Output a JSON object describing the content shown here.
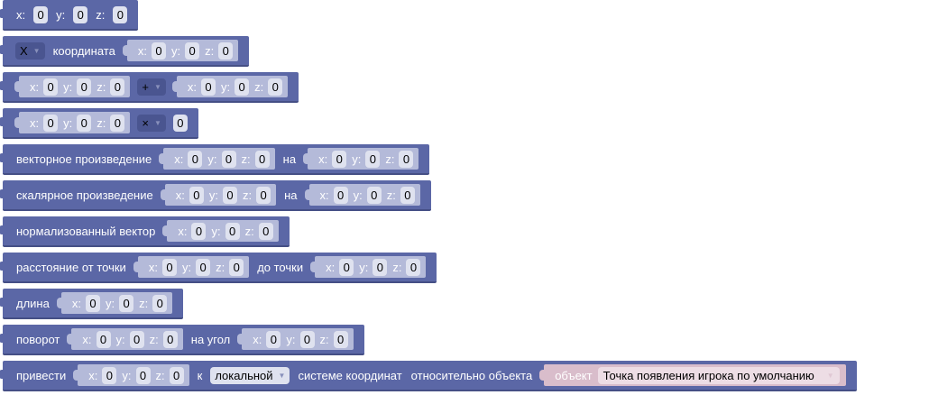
{
  "rows": [
    {
      "items": [
        {
          "t": "lbl",
          "v": "x:"
        },
        {
          "t": "num",
          "v": "0"
        },
        {
          "t": "lbl",
          "v": "y:"
        },
        {
          "t": "num",
          "v": "0"
        },
        {
          "t": "lbl",
          "v": "z:"
        },
        {
          "t": "num",
          "v": "0"
        }
      ],
      "name": "vector-block"
    },
    {
      "items": [
        {
          "t": "dd",
          "v": "X",
          "light": false
        },
        {
          "t": "lbl",
          "v": "координата"
        },
        {
          "t": "vec"
        }
      ],
      "name": "coordinate-block"
    },
    {
      "items": [
        {
          "t": "vec"
        },
        {
          "t": "dd",
          "v": "+"
        },
        {
          "t": "vec"
        }
      ],
      "name": "vector-add-block"
    },
    {
      "items": [
        {
          "t": "vec"
        },
        {
          "t": "dd",
          "v": "×"
        },
        {
          "t": "num",
          "v": "0"
        }
      ],
      "name": "vector-multiply-block"
    },
    {
      "items": [
        {
          "t": "lbl",
          "v": "векторное произведение"
        },
        {
          "t": "vec"
        },
        {
          "t": "lbl",
          "v": "на"
        },
        {
          "t": "vec"
        }
      ],
      "name": "cross-product-block"
    },
    {
      "items": [
        {
          "t": "lbl",
          "v": "скалярное произведение"
        },
        {
          "t": "vec"
        },
        {
          "t": "lbl",
          "v": "на"
        },
        {
          "t": "vec"
        }
      ],
      "name": "dot-product-block"
    },
    {
      "items": [
        {
          "t": "lbl",
          "v": "нормализованный вектор"
        },
        {
          "t": "vec"
        }
      ],
      "name": "normalize-block"
    },
    {
      "items": [
        {
          "t": "lbl",
          "v": "расстояние от точки"
        },
        {
          "t": "vec"
        },
        {
          "t": "lbl",
          "v": "до точки"
        },
        {
          "t": "vec"
        }
      ],
      "name": "distance-block"
    },
    {
      "items": [
        {
          "t": "lbl",
          "v": "длина"
        },
        {
          "t": "vec"
        }
      ],
      "name": "length-block"
    },
    {
      "items": [
        {
          "t": "lbl",
          "v": "поворот"
        },
        {
          "t": "vec"
        },
        {
          "t": "lbl",
          "v": "на угол"
        },
        {
          "t": "vec"
        }
      ],
      "name": "rotate-block"
    },
    {
      "items": [
        {
          "t": "lbl",
          "v": "привести"
        },
        {
          "t": "vec"
        },
        {
          "t": "lbl",
          "v": "к"
        },
        {
          "t": "dd",
          "v": "локальной",
          "light": true
        },
        {
          "t": "lbl",
          "v": "системе координат"
        },
        {
          "t": "lbl",
          "v": "относительно объекта"
        },
        {
          "t": "obj",
          "label": "объект",
          "value": "Точка появления игрока по умолчанию"
        }
      ],
      "name": "transform-block"
    }
  ],
  "vec": {
    "x_label": "x:",
    "y_label": "y:",
    "z_label": "z:",
    "value": "0"
  },
  "colors": {
    "block": "#5b67a6",
    "vector": "#b4bad9",
    "object": "#d9bdcb"
  }
}
